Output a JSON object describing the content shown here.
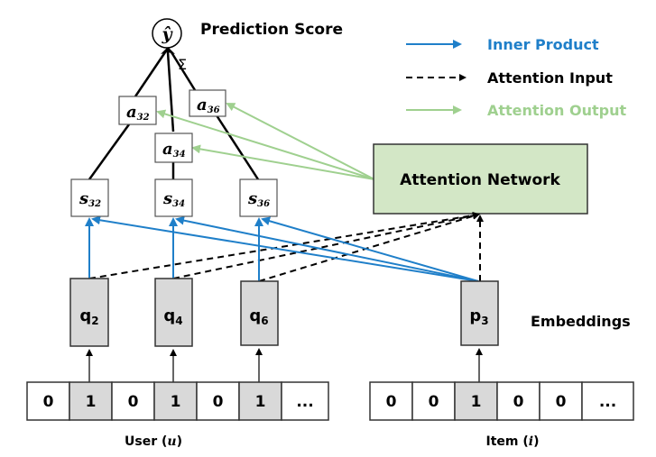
{
  "title": "Prediction Score",
  "output_node": {
    "symbol": "ŷ",
    "aggregator": "Σ"
  },
  "legend": [
    {
      "label": "Inner Product",
      "style": "solid",
      "color": "#1f7fc9"
    },
    {
      "label": "Attention Input",
      "style": "dashed",
      "color": "#000000"
    },
    {
      "label": "Attention Output",
      "style": "solid",
      "color": "#9fd08f"
    }
  ],
  "attention_network": {
    "label": "Attention Network",
    "fill": "#d3e7c6"
  },
  "attention_weights": [
    {
      "base": "a",
      "sub": "32"
    },
    {
      "base": "a",
      "sub": "34"
    },
    {
      "base": "a",
      "sub": "36"
    }
  ],
  "scores": [
    {
      "base": "s",
      "sub": "32"
    },
    {
      "base": "s",
      "sub": "34"
    },
    {
      "base": "s",
      "sub": "36"
    }
  ],
  "user_embeddings": [
    {
      "base": "q",
      "sub": "2"
    },
    {
      "base": "q",
      "sub": "4"
    },
    {
      "base": "q",
      "sub": "6"
    }
  ],
  "item_embedding": {
    "base": "p",
    "sub": "3"
  },
  "embeddings_label": "Embeddings",
  "user_vector": {
    "cells": [
      "0",
      "1",
      "0",
      "1",
      "0",
      "1",
      "..."
    ],
    "active": [
      1,
      3,
      5
    ],
    "label_prefix": "User (",
    "label_var": "u",
    "label_suffix": ")"
  },
  "item_vector": {
    "cells": [
      "0",
      "0",
      "1",
      "0",
      "0",
      "..."
    ],
    "active": [
      2
    ],
    "label_prefix": "Item (",
    "label_var": "i",
    "label_suffix": ")"
  },
  "colors": {
    "inner_product": "#1f7fc9",
    "attention_output": "#9fd08f",
    "embedding_fill": "#d9d9d9",
    "active_cell_fill": "#d9d9d9"
  }
}
